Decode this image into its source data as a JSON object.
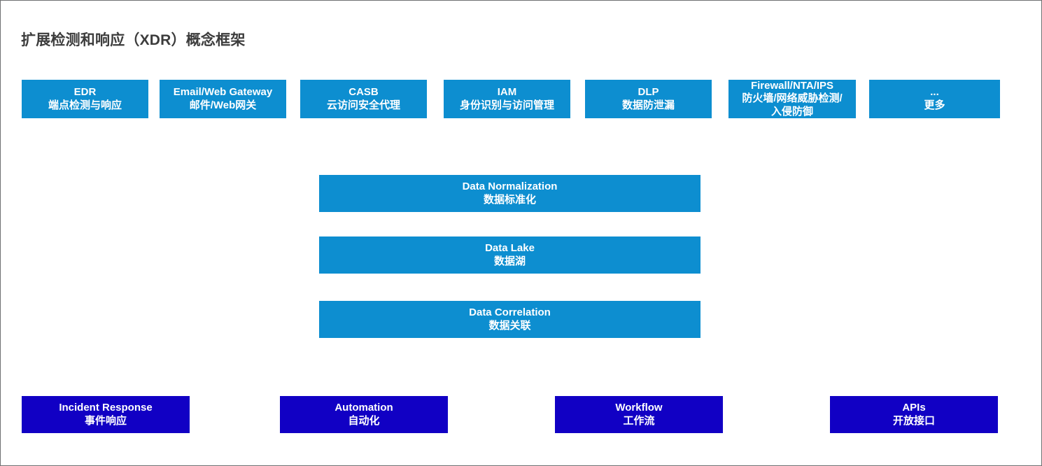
{
  "title": "扩展检测和响应（XDR）概念框架",
  "colors": {
    "source_box": "#0d8ed0",
    "platform_box": "#0d8ed0",
    "action_box": "#1100c4",
    "title_text": "#3c3c3c",
    "box_text": "#ffffff",
    "background": "#ffffff",
    "frame_border": "#6f7072"
  },
  "source_row": {
    "items": [
      {
        "en": "EDR",
        "cn": "端点检测与响应"
      },
      {
        "en": "Email/Web Gateway",
        "cn": "邮件/Web网关"
      },
      {
        "en": "CASB",
        "cn": "云访问安全代理"
      },
      {
        "en": "IAM",
        "cn": "身份识别与访问管理"
      },
      {
        "en": "DLP",
        "cn": "数据防泄漏"
      },
      {
        "en": "Firewall/NTA/IPS",
        "cn": "防火墙/网络威胁检测/",
        "cn2": "入侵防御"
      },
      {
        "en": "...",
        "cn": "更多"
      }
    ]
  },
  "platform_stack": {
    "items": [
      {
        "en": "Data Normalization",
        "cn": "数据标准化"
      },
      {
        "en": "Data Lake",
        "cn": "数据湖"
      },
      {
        "en": "Data Correlation",
        "cn": "数据关联"
      }
    ]
  },
  "action_row": {
    "items": [
      {
        "en": "Incident Response",
        "cn": "事件响应"
      },
      {
        "en": "Automation",
        "cn": "自动化"
      },
      {
        "en": "Workflow",
        "cn": "工作流"
      },
      {
        "en": "APIs",
        "cn": "开放接口"
      }
    ]
  }
}
